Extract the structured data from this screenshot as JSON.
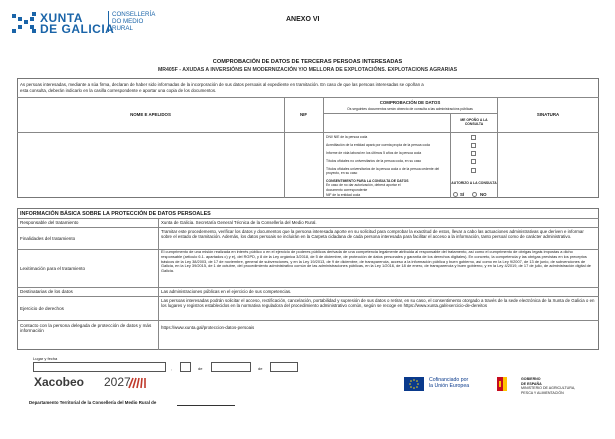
{
  "header": {
    "org_line1": "XUNTA",
    "org_line2": "DE GALICIA",
    "dept_line1": "CONSELLERÍA",
    "dept_line2": "DO MEDIO",
    "dept_line3": "RURAL",
    "annex": "ANEXO VI"
  },
  "title": {
    "main": "COMPROBACIÓN DE DATOS DE TERCERAS PERSOAS INTERESADAS",
    "sub": "MR405F - AXUDAS A INVERSIÓNS EN MODERNIZACIÓN Y/O MELLORA DE EXPLOTACIÓNS. EXPLOTACIONS AGRARIAS"
  },
  "intro": {
    "line1": "As persoas interesadas, mediante a súa firma, declaran de haber sido informadas de la incorporación de sus datos persoais al expediente en tramitación. En caso de que las persoas interesadas se opoñan a",
    "line2": "esta consulta, deberán indicarlo en la casilla correspondente e aportar una copia de los documentos."
  },
  "table": {
    "col_name": "NOME E APELIDOS",
    "col_nif": "NIF",
    "col_check": "COMPROBACIÓN DE DATOS",
    "col_check_sub": "Os seguintes documentos serán obxecto de consulta a las administracións públicas",
    "col_oppose": "ME OPOÑO A LA CONSULTA",
    "col_sign": "SINATURA",
    "docs": [
      "DNI/ NIE de la persoa coda",
      "Acreditación de la entidad apará por cuenta propia de la persoa coda",
      "Informe de vida laboral en los últimos 5 años de la persoa coda",
      "Títulos oficiales no universitarios de la persoa coda, en su caso",
      "Títulos oficiales universitarios de la persoa coda o de la persoa cedente del proyecto, en su caso"
    ],
    "consent_title": "CONSENTIMENTO PARA LA CONSULTA DE DATOS",
    "consent_text1": "En caso de no dar autorización, deberá aportar el",
    "consent_text2": "documento correspondente",
    "consent_item": "NIF de la entidad coda",
    "authorize": "AUTORIZO A LA CONSULTA",
    "yes": "SÍ",
    "no": "NO"
  },
  "protection": {
    "heading": "INFORMACIÓN BÁSICA SOBRE LA PROTECCIÓN DE DATOS PERSOALES",
    "rows": [
      {
        "label": "Responsable del tratamiento",
        "text": "Xunta de Galicia. Secretaría General Técnica de la Consellería del Medio Rural."
      },
      {
        "label": "Finalidades del tratamiento",
        "text": "Tramitar este procedemento, verificar los datos y documentos que la persona interesada aporte en su solicitud para comprobar la exactitud de estos, llevar a cabo las actuaciones administrativas que deriven e informar sobre el estado de tramitación. Además, los datos persoais se incluirán en la Carpeta cidadana de cada persona interesada para facilitar el acceso a la información, tanto persoal como de carácter administrativo."
      },
      {
        "label": "Lexitimación para el tratamiento",
        "text": "El cumprimento de una misión realizada en interés público o en el ejercicio de poderes públicos derivada de una competencia legalmente atribuida al responsable del tratamento, así como el cumprimento de obrigas legais impostas a dicho responsable (artículo 6.1. apartados c) y e), del RGPD, y 8 de la Ley orgánica 3/2018, de 5 de diciembre, de protección de datos personales y garantía de los derechos digitales). En concreto, la competencia y las obrigas previstas en los preceptos básicos de la Ley 38/2003, de 17 de noviembre, general de subvenciones, y en la Ley 19/2013, de 9 de diciembre, de transparencia, acceso a la información pública y buen gobierno, así como en la Ley 9/2007, de 13 de junio, de subvenciones de Galicia, en la Ley 39/2015, de 1 de octubre, del procedimiento administrativo común de las administraciones públicas, en la Ley 1/2016, de 18 de enero, de transparencia y buen gobierno, y en la Ley 4/2019, de 17 de julio, de administración digital de Galicia."
      },
      {
        "label": "Destinatarias de los datos",
        "text": "Las administraciones públicas en el ejercicio de sus competencias."
      },
      {
        "label": "Ejercicio de derechos",
        "text": "Las persoas interesadas podrán solicitar el acceso, rectificación, cancelación, portabilidad y supresión de sus datos o retirar, en su caso, el consentimento otorgado a través de la sede electrónica de la Xunta de Galicia o en los lugares y registros establecidos en la normativa reguladora del procedimiento administrativo común, según se recoge en https://www.xunta.gal/exercicio-de-dereitos"
      },
      {
        "label": "Contacto con la persona delegada de protección de datos y más información",
        "text": "https://www.xunta.gal/proteccion-datos-persoais"
      }
    ]
  },
  "place": {
    "label": "Lugar y fecha",
    "comma": ",",
    "de1": "de",
    "de2": "de"
  },
  "bottom": {
    "xacobeo": "Xacobeo",
    "year": "2027",
    "eu_line1": "Cofinanciado por",
    "eu_line2": "la Unión Europea",
    "es_line1": "GOBIERNO",
    "es_line2": "DE ESPAÑA",
    "es_line3": "MINISTERIO DE AGRICULTURA,",
    "es_line4": "PESCA Y ALIMENTACIÓN",
    "footer": "Departamento Territorial de la Consellería del Medio Rural de"
  },
  "colors": {
    "brand_blue": "#1a64a8",
    "eu_blue": "#0a3a8c"
  }
}
